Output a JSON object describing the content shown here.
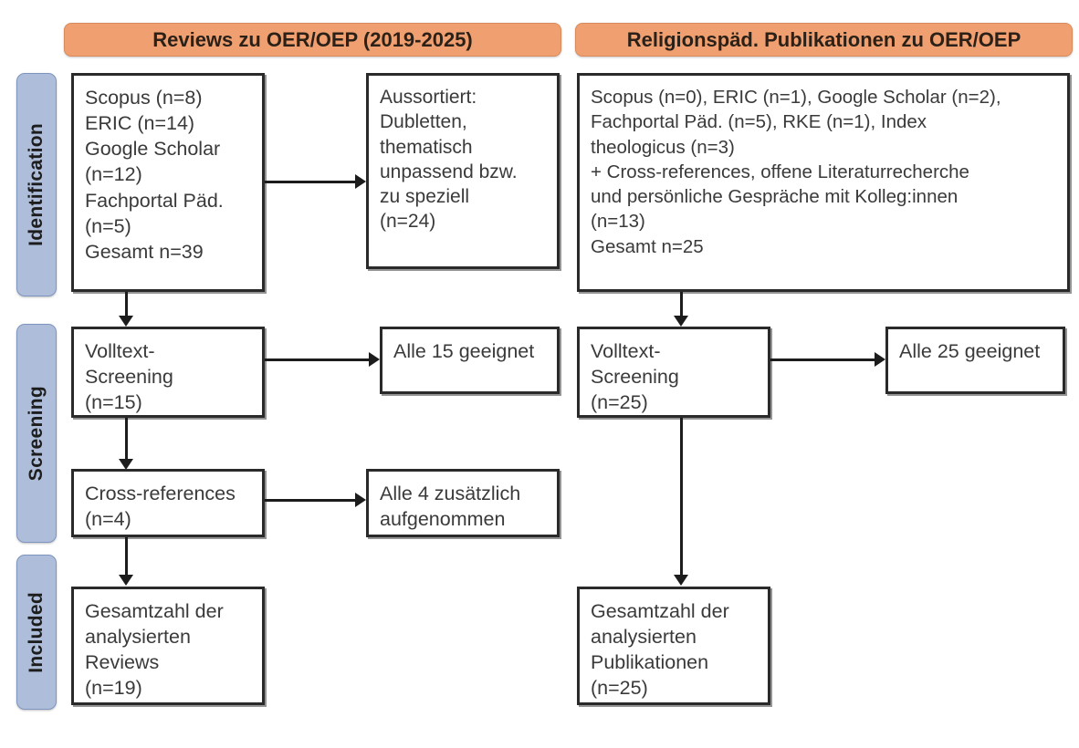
{
  "diagram": {
    "type": "prisma-flow-diagram",
    "stages": [
      {
        "id": "identification",
        "label": "Identification"
      },
      {
        "id": "screening",
        "label": "Screening"
      },
      {
        "id": "included",
        "label": "Included"
      }
    ],
    "columns": [
      {
        "id": "reviews",
        "header": "Reviews zu OER/OEP (2019-2025)"
      },
      {
        "id": "religionspaed",
        "header": "Religionspäd. Publikationen zu OER/OEP"
      }
    ],
    "colors": {
      "header_fill": "#F0A070",
      "header_border": "#D98A5C",
      "stage_fill": "#AEBEDA",
      "stage_border": "#7E96BF",
      "box_border": "#2A2A2A",
      "box_fill": "#FFFFFF",
      "connector": "#1C1C1C",
      "text": "#3A3A3A"
    },
    "boxes": {
      "left_sources": "Scopus (n=8)\nERIC (n=14)\nGoogle Scholar\n(n=12)\nFachportal Päd.\n(n=5)\nGesamt n=39",
      "left_excluded": "Aussortiert:\nDubletten,\nthematisch\nunpassend bzw.\nzu speziell\n(n=24)",
      "right_sources": "Scopus (n=0), ERIC (n=1), Google Scholar (n=2),\nFachportal Päd. (n=5), RKE (n=1), Index\ntheologicus (n=3)\n+ Cross-references, offene Literaturrecherche\nund persönliche Gespräche mit Kolleg:innen\n(n=13)\nGesamt n=25",
      "left_fulltext": "Volltext-\nScreening\n(n=15)",
      "left_fulltext_result": "Alle 15 geeignet",
      "right_fulltext": "Volltext-\nScreening\n(n=25)",
      "right_fulltext_result": "Alle 25 geeignet",
      "left_crossrefs": "Cross-references\n(n=4)",
      "left_crossrefs_result": "Alle 4 zusätzlich\naufgenommen",
      "left_included": "Gesamtzahl der\nanalysierten\nReviews\n(n=19)",
      "right_included": "Gesamtzahl der\nanalysierten\nPublikationen\n(n=25)"
    },
    "counts": {
      "left_scopus": 8,
      "left_eric": 14,
      "left_google_scholar": 12,
      "left_fachportal": 5,
      "left_total": 39,
      "left_excluded": 24,
      "left_fulltext": 15,
      "left_crossrefs": 4,
      "left_included": 19,
      "right_scopus": 0,
      "right_eric": 1,
      "right_google_scholar": 2,
      "right_fachportal": 5,
      "right_rke": 1,
      "right_index_theologicus": 3,
      "right_additional": 13,
      "right_total": 25,
      "right_fulltext": 25,
      "right_included": 25
    }
  }
}
